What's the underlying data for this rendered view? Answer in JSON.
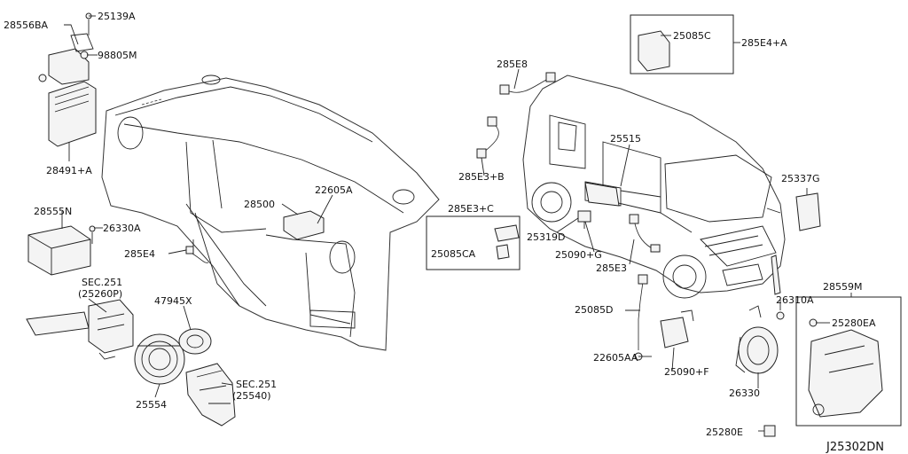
{
  "diagram_id": "J25302DN",
  "labels": {
    "l_28556BA": "28556BA",
    "l_25139A": "25139A",
    "l_98805M": "98805M",
    "l_28491A": "28491+A",
    "l_28555N": "28555N",
    "l_26330A": "26330A",
    "l_28500": "28500",
    "l_22605A": "22605A",
    "l_285E4": "285E4",
    "l_sec251a": "SEC.251",
    "l_25260P": "(25260P)",
    "l_47945X": "47945X",
    "l_25554": "25554",
    "l_sec251b": "SEC.251",
    "l_25540": "(25540)",
    "l_285E8": "285E8",
    "l_285E3B": "285E3+B",
    "l_285E3C": "285E3+C",
    "l_25085CA": "25085CA",
    "l_25085C": "25085C",
    "l_285E4A": "285E4+A",
    "l_25515": "25515",
    "l_25319D": "25319D",
    "l_25090G": "25090+G",
    "l_285E3": "285E3",
    "l_25337G": "25337G",
    "l_25085D": "25085D",
    "l_22605AA": "22605AA",
    "l_25090F": "25090+F",
    "l_26310A": "26310A",
    "l_26330": "26330",
    "l_28559M": "28559M",
    "l_25280EA": "25280EA",
    "l_25280E": "25280E"
  }
}
